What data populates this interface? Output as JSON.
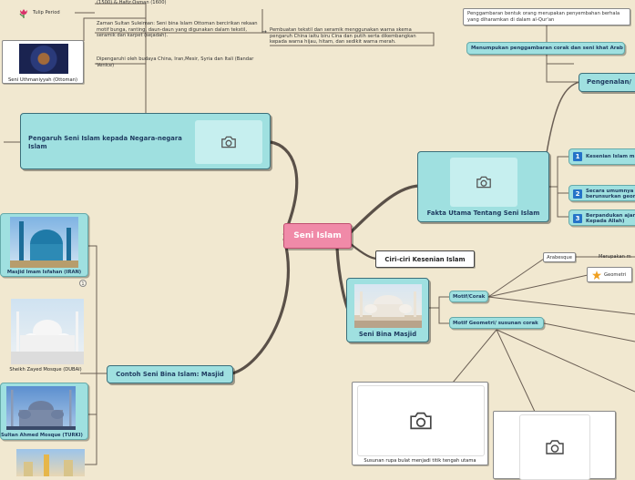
{
  "center": {
    "label": "Seni Islam"
  },
  "branches": {
    "pengaruh": {
      "label": "Pengaruh Seni Islam kepada Negara-negara Islam"
    },
    "fakta": {
      "label": "Fakta Utama Tentang Seni Islam"
    },
    "pengenalan": {
      "label": "Pengenalan/"
    },
    "ciri": {
      "label": "Ciri-ciri Kesenian Islam"
    },
    "seni_bina": {
      "label": "Seni Bina Masjid"
    },
    "contoh": {
      "label": "Contoh Seni Bina Islam: Masjid"
    }
  },
  "top_left": {
    "tulip": "Tulip Period",
    "ottoman_caption": "Seni Uthmaniyyah (Ottoman)",
    "era_text": "(1500) & Hafiz Osman (1600)",
    "suleiman_text": "Zaman Sultan Suleiman: Seni bina Islam Ottoman bercirikan rekaan motif bunga, ranting, daun-daun yang digunakan dalam tekstil, seramik dan karpet (sejadah).",
    "influence_text": "Dipengaruhi oleh budaya China, Iran,Mesir, Syria dan Itali (Bandar Venice)",
    "tekstil_text": "Pembuatan tekstil dan seramik menggunakan warna skema pengaruh China iaitu biru Cina dan putih serta dikembangkan kepada warna hijau, hitam, dan sedikit warna merah."
  },
  "top_right": {
    "penggambaran": "Penggambaran bentuk orang merupakan penyembahan berhala yang diharamkan di dalam al-Qur'an",
    "menumpukan": "Menumpukan penggambaran corak dan seni khat Arab"
  },
  "fakta_items": [
    {
      "num": "1",
      "label": "Kesenian Islam m"
    },
    {
      "num": "2",
      "label": "Secara umumnya berunsurkan geom"
    },
    {
      "num": "3",
      "label": "Berpandukan ajar Kepada Allah)"
    }
  ],
  "ciri_items": {
    "arabesque": "Arabesque",
    "merupakan": "Merupakan m",
    "geometri": "Geometri",
    "motif": "Motif/Corak",
    "motif_geometri": "Motif Geometri/ susunan corak",
    "susunan": "Susunan rupa bulat menjadi titik tengah utama"
  },
  "mosques": [
    {
      "caption": "Masjid Imam Isfahan (IRAN)"
    },
    {
      "caption": "Sheikh Zayed Mosque (DUBAI)"
    },
    {
      "caption": "Sultan Ahmed Mosque (TURKI)"
    }
  ],
  "badge": "1",
  "colors": {
    "background": "#f1e8d0",
    "center_fill": "#f08aa8",
    "teal": "#9fe0e0",
    "line": "#7a6a5a",
    "number_badge": "#2573c8"
  }
}
